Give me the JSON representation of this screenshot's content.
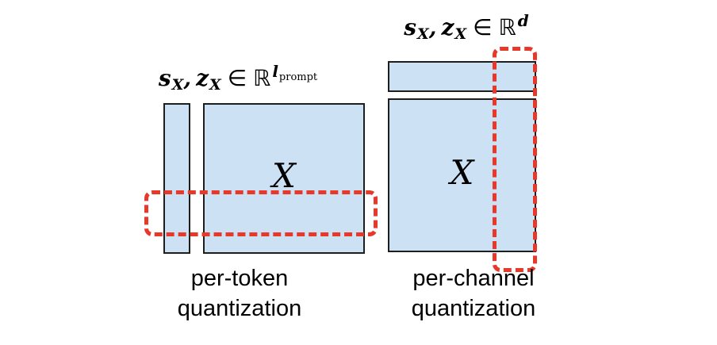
{
  "left": {
    "formula": {
      "var1": "s",
      "var1_sub": "X",
      "comma": ",",
      "var2": "z",
      "var2_sub": "X",
      "in_symbol": "∈",
      "set_symbol": "ℝ",
      "sup_var": "l",
      "sup_sub": "prompt"
    },
    "matrix_label": "X",
    "caption": {
      "line1": "per-token",
      "line2": "quantization"
    }
  },
  "right": {
    "formula": {
      "var1": "s",
      "var1_sub": "X",
      "comma": ",",
      "var2": "z",
      "var2_sub": "X",
      "in_symbol": "∈",
      "set_symbol": "ℝ",
      "sup_var": "d"
    },
    "matrix_label": "X",
    "caption": {
      "line1": "per-channel",
      "line2": "quantization"
    }
  },
  "colors": {
    "matrix_fill": "#cde1f5",
    "matrix_border": "#1e1e1e",
    "highlight": "#e8382a",
    "text": "#000000"
  }
}
